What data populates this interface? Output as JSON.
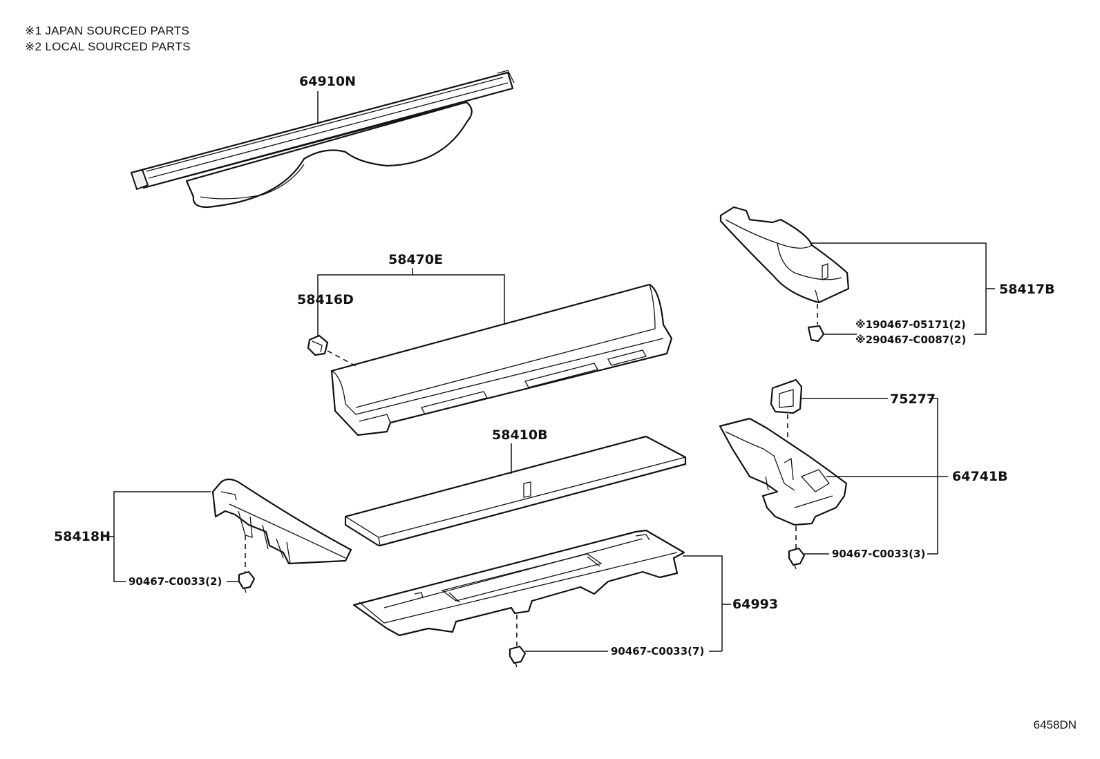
{
  "notes": [
    "※1 JAPAN SOURCED PARTS",
    "※2 LOCAL SOURCED PARTS"
  ],
  "parts": {
    "cover_64910N": "64910N",
    "board_58470E": "58470E",
    "clip_58416D": "58416D",
    "board_58410B": "58410B",
    "panel_58418H": "58418H",
    "clip_58418H": "90467-C0033(2)",
    "panel_58417B": "58417B",
    "clip_58417B_1": "※190467-05171(2)",
    "clip_58417B_2": "※290467-C0087(2)",
    "cap_75277": "75277",
    "box_64741B": "64741B",
    "clip_64741B": "90467-C0033(3)",
    "tray_64993": "64993",
    "clip_64993": "90467-C0033(7)"
  },
  "diagram_code": "6458DN"
}
